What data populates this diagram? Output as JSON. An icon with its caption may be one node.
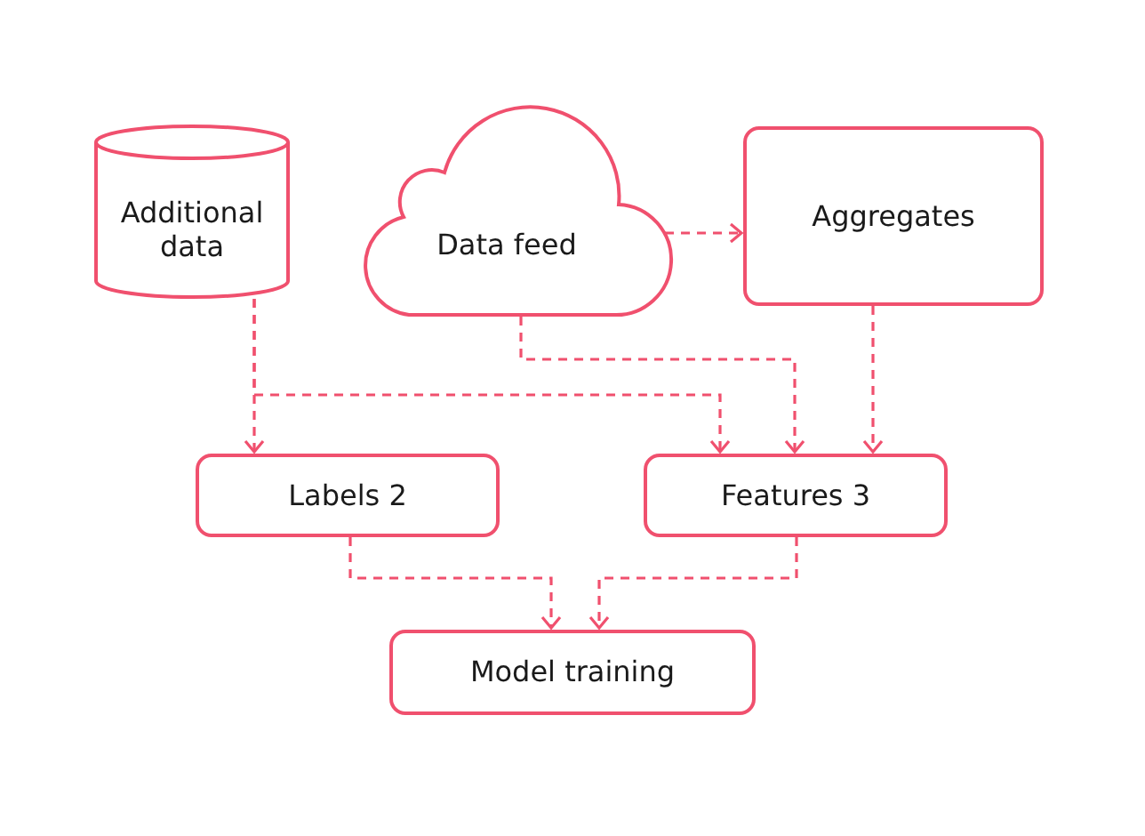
{
  "diagram": {
    "nodes": [
      {
        "text": [
          "Additional data"
        ]
      },
      {
        "text": [
          "Data feed"
        ]
      },
      {
        "text": [
          "Aggregates"
        ]
      },
      {
        "text": [
          "Labels 2"
        ]
      },
      {
        "text": [
          "Features 3"
        ]
      },
      {
        "text": [
          "Model training"
        ]
      }
    ],
    "edges": [
      {
        "from": 0,
        "to": 3,
        "arrow": "to",
        "style": "dashed"
      },
      {
        "from": 0,
        "to": 4,
        "arrow": "to",
        "style": "dashed"
      },
      {
        "from": 1,
        "to": 2,
        "arrow": "to",
        "style": "dashed"
      },
      {
        "from": 1,
        "to": 4,
        "arrow": "to",
        "style": "dashed"
      },
      {
        "from": 2,
        "to": 4,
        "arrow": "to",
        "style": "dashed"
      },
      {
        "from": 3,
        "to": 5,
        "arrow": "to",
        "style": "dashed"
      },
      {
        "from": 4,
        "to": 5,
        "arrow": "to",
        "style": "dashed"
      }
    ]
  }
}
